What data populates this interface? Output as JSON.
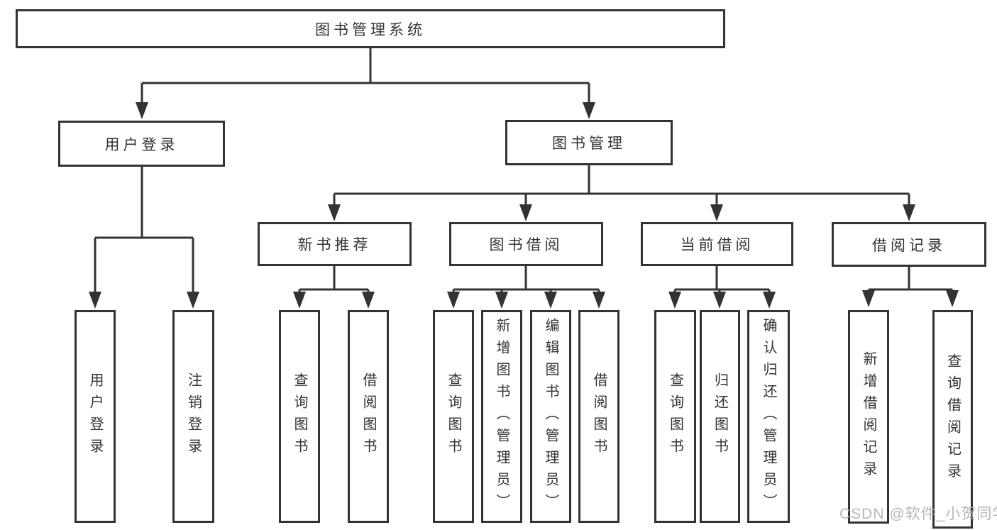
{
  "tree": {
    "label": "图书管理系统",
    "children": [
      {
        "label": "用户登录",
        "children": [
          {
            "label": "用户登录"
          },
          {
            "label": "注销登录"
          }
        ]
      },
      {
        "label": "图书管理",
        "children": [
          {
            "label": "新书推荐",
            "children": [
              {
                "label": "查询图书"
              },
              {
                "label": "借阅图书"
              }
            ]
          },
          {
            "label": "图书借阅",
            "children": [
              {
                "label": "查询图书"
              },
              {
                "label": "新增图书（管理员）"
              },
              {
                "label": "编辑图书（管理员）"
              },
              {
                "label": "借阅图书"
              }
            ]
          },
          {
            "label": "当前借阅",
            "children": [
              {
                "label": "查询图书"
              },
              {
                "label": "归还图书"
              },
              {
                "label": "确认归还（管理员）"
              }
            ]
          },
          {
            "label": "借阅记录",
            "children": [
              {
                "label": "新增借阅记录"
              },
              {
                "label": "查询借阅记录"
              }
            ]
          }
        ]
      }
    ]
  },
  "watermark": "CSDN @软件_小贺同学",
  "colors": {
    "line": "#333333",
    "text": "#333333",
    "watermark_text": "#b0b0b0",
    "background": "#ffffff"
  }
}
